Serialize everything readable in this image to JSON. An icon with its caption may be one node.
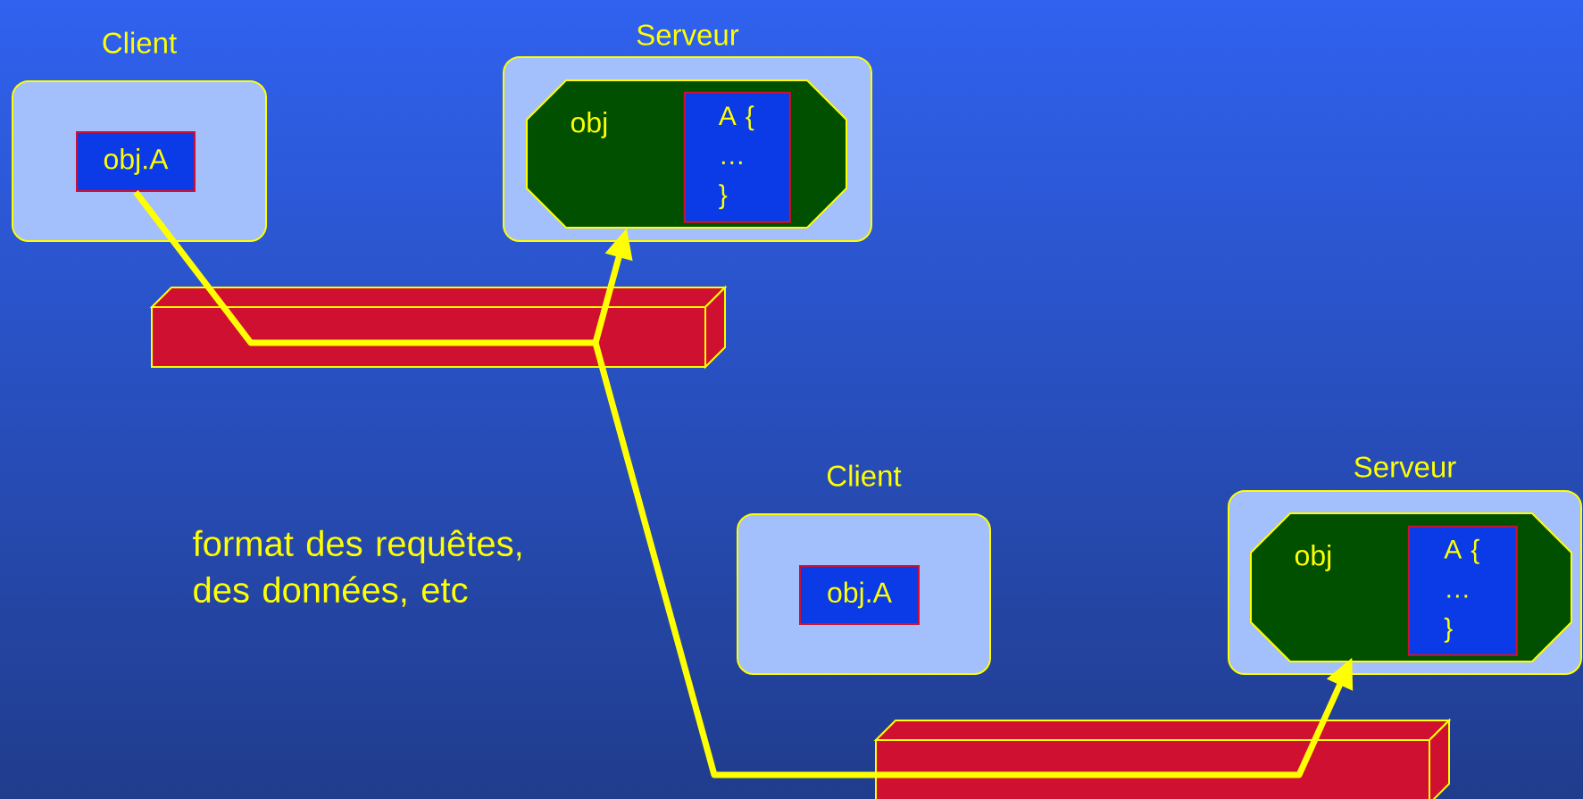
{
  "diagram": {
    "nodes": [
      {
        "text": [
          "Client"
        ]
      },
      {
        "text": [
          "obj.A"
        ],
        "in": 0
      },
      {
        "text": [
          "Serveur"
        ]
      },
      {
        "text": [
          "obj"
        ],
        "in": 2
      },
      {
        "text": [
          "A { … }"
        ],
        "in": 3
      },
      {
        "text": [],
        "shape": "bar"
      },
      {
        "text": [
          "Client"
        ]
      },
      {
        "text": [
          "obj.A"
        ],
        "in": 6
      },
      {
        "text": [
          "Serveur"
        ]
      },
      {
        "text": [
          "obj"
        ],
        "in": 8
      },
      {
        "text": [
          "A { … }"
        ],
        "in": 9
      },
      {
        "text": [],
        "shape": "bar"
      }
    ],
    "edges": [
      {
        "from": 1,
        "to": 5,
        "arrow": "none"
      },
      {
        "from": 5,
        "to": 3,
        "arrow": "to"
      },
      {
        "from": 5,
        "to": 11,
        "arrow": "none"
      },
      {
        "from": 11,
        "to": 9,
        "arrow": "to"
      }
    ],
    "labels": [
      "format des requêtes, des données, etc"
    ]
  }
}
